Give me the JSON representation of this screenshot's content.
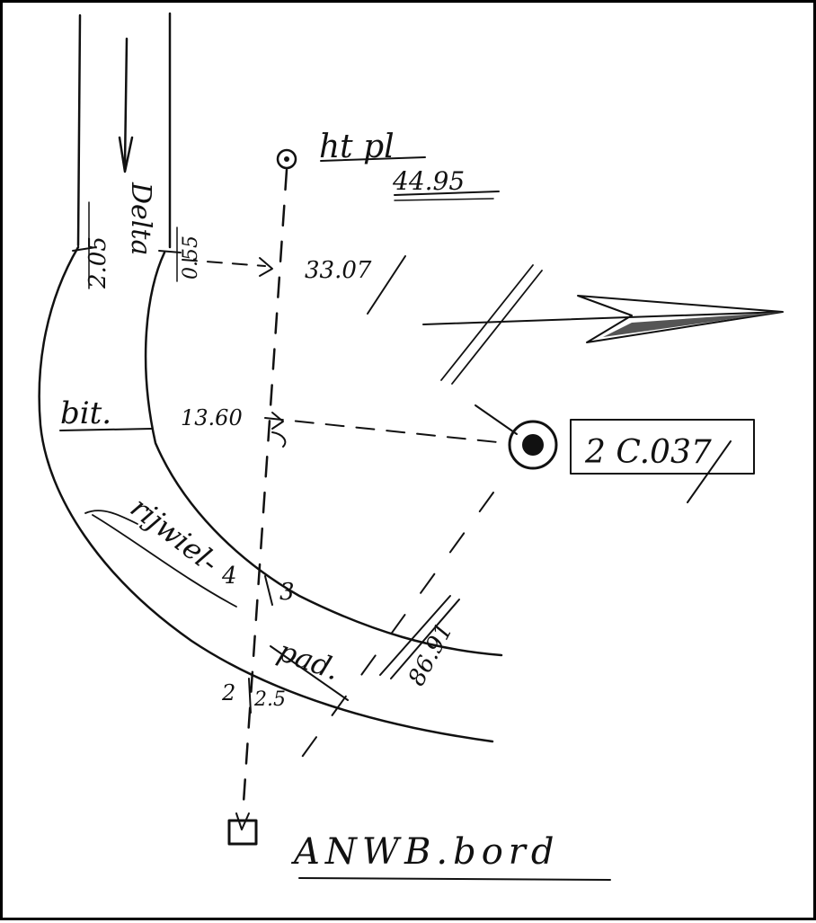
{
  "labels": {
    "hydrant_plate": "ht pl",
    "hydrant_plate_value": "44.95",
    "distance_top": "33.07",
    "distance_middle": "13.60",
    "street": "Delta",
    "left_width_top": "2.05",
    "right_width_top": "0.55",
    "zone_bit": "bit.",
    "cycle_path": "rijwiel-",
    "cycle_path_2": "pad.",
    "width_inner": "4",
    "width_inner_frac": "3",
    "width_bottom_a": "2",
    "width_bottom_b": "2.5",
    "angle_value": "86.91",
    "point_code": "2 C.037",
    "sign": "ANWB.bord"
  },
  "colors": {
    "ink": "#111111",
    "paper": "#ffffff"
  }
}
